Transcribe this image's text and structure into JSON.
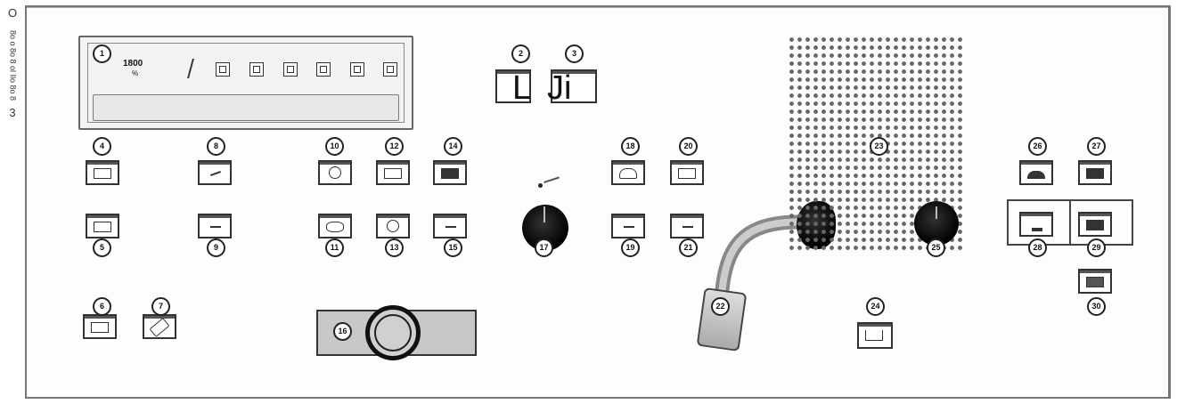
{
  "side_text": {
    "top": "O",
    "codes": "8o o 8o 8 ol Ilo 8o 8",
    "num": "3"
  },
  "display": {
    "line1": "1800",
    "line2": "%"
  },
  "letters": {
    "l": "L",
    "ji": "Ji"
  },
  "callouts": [
    "1",
    "2",
    "3",
    "4",
    "5",
    "6",
    "7",
    "8",
    "9",
    "10",
    "11",
    "12",
    "13",
    "14",
    "15",
    "16",
    "17",
    "18",
    "19",
    "20",
    "21",
    "22",
    "23",
    "24",
    "25",
    "26",
    "27",
    "28",
    "29",
    "30"
  ],
  "icons": {
    "b4": "function-icon",
    "b5": "probe-icon",
    "b6": "patient-icon",
    "b7": "pen-icon",
    "b8": "pencil-icon",
    "b9": "blank-key-icon",
    "b10": "trackball-icon",
    "b11": "sensor-icon",
    "b12": "monitor-icon",
    "b13": "zoom-icon",
    "b14": "print-icon",
    "b15": "waveform-icon",
    "b18": "freeze-icon",
    "b19": "blank-key-icon",
    "b20": "store-icon",
    "b21": "blank-key-icon",
    "b24": "measure-icon",
    "b25": "mode-icon",
    "b26": "image-icon",
    "b27": "keyboard-icon",
    "b28": "image-icon",
    "b29": "display-icon"
  }
}
